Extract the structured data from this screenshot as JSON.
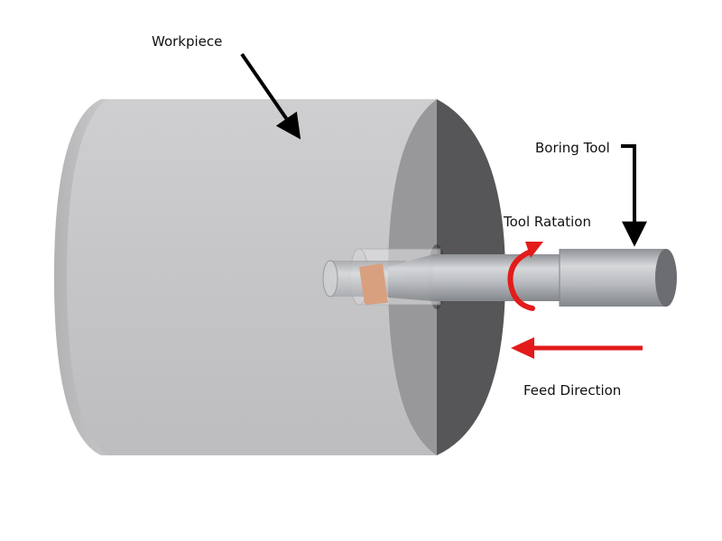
{
  "labels": {
    "workpiece": "Workpiece",
    "boring_tool": "Boring Tool",
    "tool_rotation": "Tool Ratation",
    "feed_direction": "Feed Direction"
  },
  "colors": {
    "workpiece_body": "#c9c9cb",
    "workpiece_face": "#8e8e91",
    "workpiece_shadow_face": "#555558",
    "tool_steel": "#b5b8bc",
    "tool_end_face": "#6b6d70",
    "cutting_insert": "#d9a080",
    "annotation_arrow": "#000000",
    "motion_arrow": "#e31b1b"
  }
}
